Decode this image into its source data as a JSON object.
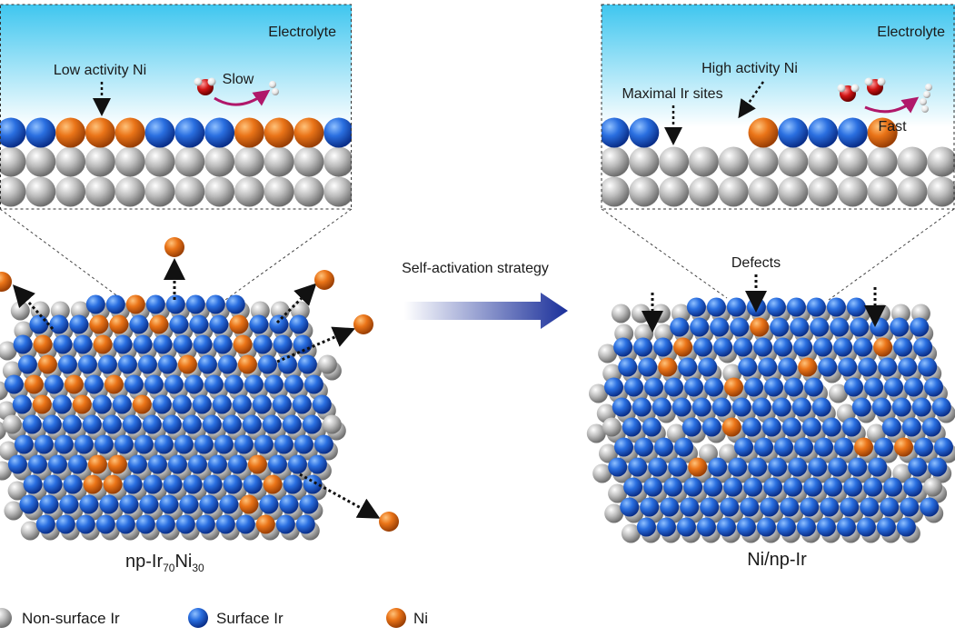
{
  "left_panel": {
    "electrolyte_label": "Electrolyte",
    "low_activity_label": "Low activity Ni",
    "rate_label": "Slow",
    "caption_prefix": "np-Ir",
    "caption_ir_sub": "70",
    "caption_ni": "Ni",
    "caption_ni_sub": "30"
  },
  "middle": {
    "strategy_label": "Self-activation strategy"
  },
  "right_panel": {
    "electrolyte_label": "Electrolyte",
    "high_activity_label": "High activity Ni",
    "maximal_ir_label": "Maximal Ir sites",
    "rate_label": "Fast",
    "defects_label": "Defects",
    "caption": "Ni/np-Ir"
  },
  "legend": {
    "items": [
      {
        "label": "Non-surface Ir",
        "color": "#b4b4b4"
      },
      {
        "label": "Surface Ir",
        "color": "#1e5fd0"
      },
      {
        "label": "Ni",
        "color": "#e06a12"
      }
    ]
  },
  "colors": {
    "ni": "#e06a12",
    "surface_ir": "#1e5fd0",
    "non_surface_ir": "#b4b4b4",
    "arrow_gradient_end": "#1a2f9a",
    "reaction_arrow": "#b0186a"
  }
}
